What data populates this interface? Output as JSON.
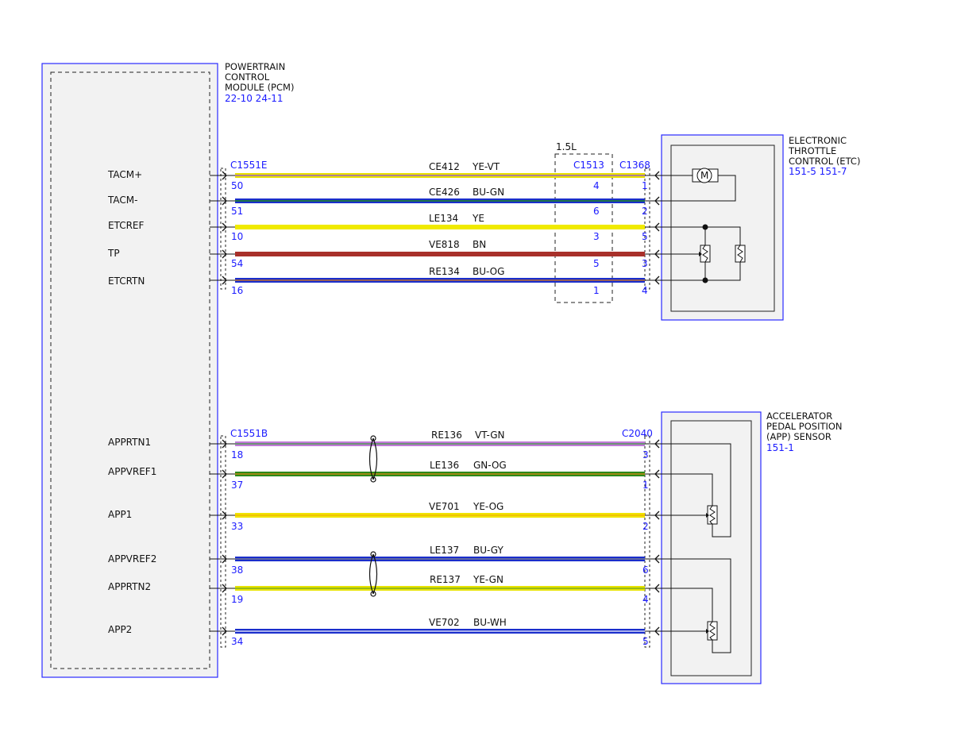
{
  "pcm": {
    "title_lines": [
      "POWERTRAIN",
      "CONTROL",
      "MODULE (PCM)"
    ],
    "refs": "22-10  24-11",
    "pins_top": [
      "TACM+",
      "TACM-",
      "ETCREF",
      "TP",
      "ETCRTN"
    ],
    "pins_bottom": [
      "APPRTN1",
      "APPVREF1",
      "APP1",
      "APPVREF2",
      "APPRTN2",
      "APP2"
    ]
  },
  "etc": {
    "title_lines": [
      "ELECTRONIC",
      "THROTTLE",
      "CONTROL (ETC)"
    ],
    "refs": "151-5  151-7",
    "motor_label": "M"
  },
  "app": {
    "title_lines": [
      "ACCELERATOR",
      "PEDAL POSITION",
      "(APP) SENSOR"
    ],
    "refs": "151-1"
  },
  "connectors": {
    "pcm_top": "C1551E",
    "pcm_bottom": "C1551B",
    "inline": "C1513",
    "inline_variant": "1.5L",
    "etc": "C1368",
    "app": "C2040"
  },
  "wires_top": [
    {
      "circuit": "CE412",
      "color": "YE-VT",
      "pcm_pin": "50",
      "inline_pin": "4",
      "end_pin": "1",
      "stripe": [
        "#e8e000",
        "#9a60c8"
      ]
    },
    {
      "circuit": "CE426",
      "color": "BU-GN",
      "pcm_pin": "51",
      "inline_pin": "6",
      "end_pin": "2",
      "stripe": [
        "#1a2ecc",
        "#1f8a1f"
      ]
    },
    {
      "circuit": "LE134",
      "color": "YE",
      "pcm_pin": "10",
      "inline_pin": "3",
      "end_pin": "5",
      "stripe": [
        "#f0ea00",
        "#f0ea00"
      ]
    },
    {
      "circuit": "VE818",
      "color": "BN",
      "pcm_pin": "54",
      "inline_pin": "5",
      "end_pin": "3",
      "stripe": [
        "#a8302a",
        "#a8302a"
      ]
    },
    {
      "circuit": "RE134",
      "color": "BU-OG",
      "pcm_pin": "16",
      "inline_pin": "1",
      "end_pin": "4",
      "stripe": [
        "#1a2ecc",
        "#e07a10"
      ]
    }
  ],
  "wires_bottom": [
    {
      "circuit": "RE136",
      "color": "VT-GN",
      "pcm_pin": "18",
      "end_pin": "3",
      "stripe": [
        "#c07ad8",
        "#3aa03a"
      ]
    },
    {
      "circuit": "LE136",
      "color": "GN-OG",
      "pcm_pin": "37",
      "end_pin": "1",
      "stripe": [
        "#2c8a1a",
        "#e08a10"
      ]
    },
    {
      "circuit": "VE701",
      "color": "YE-OG",
      "pcm_pin": "33",
      "end_pin": "2",
      "stripe": [
        "#f0e400",
        "#f0b000"
      ]
    },
    {
      "circuit": "LE137",
      "color": "BU-GY",
      "pcm_pin": "38",
      "end_pin": "6",
      "stripe": [
        "#1a2ecc",
        "#8a8a8a"
      ]
    },
    {
      "circuit": "RE137",
      "color": "YE-GN",
      "pcm_pin": "19",
      "end_pin": "4",
      "stripe": [
        "#e8e400",
        "#6aa020"
      ]
    },
    {
      "circuit": "VE702",
      "color": "BU-WH",
      "pcm_pin": "34",
      "end_pin": "5",
      "stripe": [
        "#1a2ecc",
        "#ffffff"
      ]
    }
  ],
  "colors": {
    "accent_blue": "#1a1aff",
    "module_fill": "#f2f2f2"
  }
}
